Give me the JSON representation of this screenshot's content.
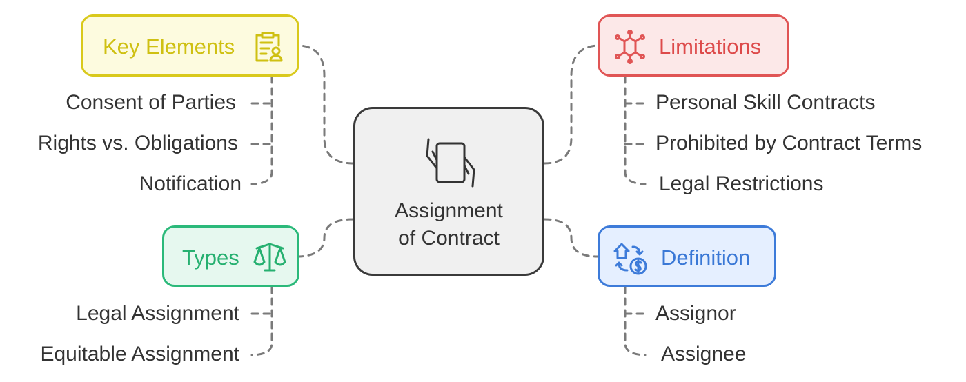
{
  "center": {
    "line1": "Assignment",
    "line2": "of Contract",
    "icon": "hands-document-icon"
  },
  "branches": {
    "key_elements": {
      "title": "Key Elements",
      "icon": "clipboard-user-icon",
      "color": "#d9c91c",
      "fill": "#fdfbdf",
      "items": [
        "Consent of Parties",
        "Rights vs. Obligations",
        "Notification"
      ]
    },
    "types": {
      "title": "Types",
      "icon": "balance-scale-icon",
      "color": "#2bb97a",
      "fill": "#e6f8ef",
      "items": [
        "Legal Assignment",
        "Equitable Assignment"
      ]
    },
    "limitations": {
      "title": "Limitations",
      "icon": "network-star-icon",
      "color": "#e05555",
      "fill": "#fce8e8",
      "items": [
        "Personal Skill Contracts",
        "Prohibited by Contract Terms",
        "Legal Restrictions"
      ]
    },
    "definition": {
      "title": "Definition",
      "icon": "home-money-exchange-icon",
      "color": "#3d7bd9",
      "fill": "#e5efff",
      "items": [
        "Assignor",
        "Assignee"
      ]
    }
  }
}
